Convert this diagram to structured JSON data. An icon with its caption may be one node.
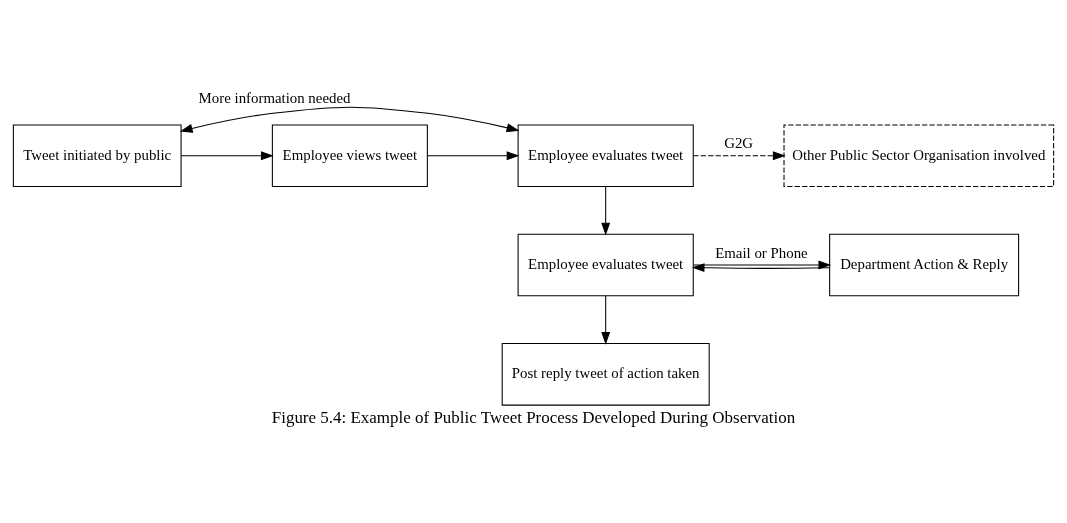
{
  "diagram": {
    "caption": "Figure 5.4: Example of Public Tweet Process Developed During Observation",
    "nodes": [
      {
        "text": [
          "Tweet initiated by public"
        ]
      },
      {
        "text": [
          "Employee views tweet"
        ]
      },
      {
        "text": [
          "Employee evaluates tweet"
        ]
      },
      {
        "text": [
          "Other Public Sector Organisation involved"
        ]
      },
      {
        "text": [
          "Employee evaluates tweet"
        ]
      },
      {
        "text": [
          "Department Action & Reply"
        ]
      },
      {
        "text": [
          "Post reply tweet of action taken"
        ]
      }
    ],
    "edges": [
      {
        "from": 0,
        "to": 1,
        "arrow": "to"
      },
      {
        "from": 1,
        "to": 2,
        "arrow": "to"
      },
      {
        "from": 2,
        "to": 3,
        "arrow": "to",
        "label": "G2G",
        "style": "dashed"
      },
      {
        "from": 0,
        "to": 2,
        "arrow": "both",
        "label": "More information needed"
      },
      {
        "from": 2,
        "to": 4,
        "arrow": "to"
      },
      {
        "from": 4,
        "to": 5,
        "arrow": "to",
        "label": "Email or Phone"
      },
      {
        "from": 5,
        "to": 4,
        "arrow": "to"
      },
      {
        "from": 4,
        "to": 6,
        "arrow": "to"
      }
    ]
  }
}
